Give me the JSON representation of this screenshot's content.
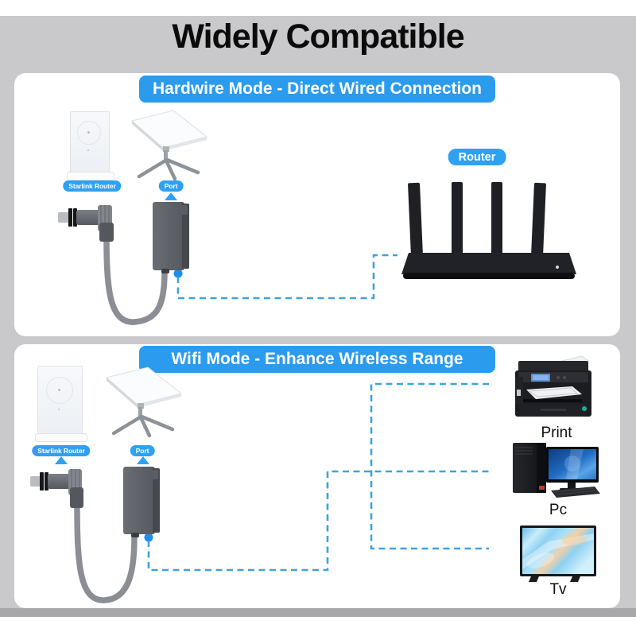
{
  "title": "Widely Compatible",
  "colors": {
    "accent_blue": "#2b9bee",
    "badge_blue": "#2ea1f2",
    "dashed_line_blue": "#3da3de",
    "dot_blue": "#1d8ef0",
    "background_gray": "#c9c9cb",
    "bottom_strip_gray": "#a8a8ab",
    "panel_white": "#ffffff",
    "title_black": "#0b0b0b"
  },
  "panels": [
    {
      "header": "Hardwire Mode - Direct Wired Connection",
      "badges": {
        "starlink_router": "Starlink Router",
        "port": "Port",
        "router": "Router"
      },
      "devices": [
        "starlink-router",
        "starlink-dish",
        "ethernet-adapter",
        "wifi-router"
      ]
    },
    {
      "header": "Wifi Mode - Enhance Wireless Range",
      "badges": {
        "starlink_router": "Starlink Router",
        "port": "Port"
      },
      "devices": [
        {
          "name": "printer",
          "label": "Print"
        },
        {
          "name": "desktop-pc",
          "label": "Pc"
        },
        {
          "name": "television",
          "label": "Tv"
        }
      ]
    }
  ]
}
